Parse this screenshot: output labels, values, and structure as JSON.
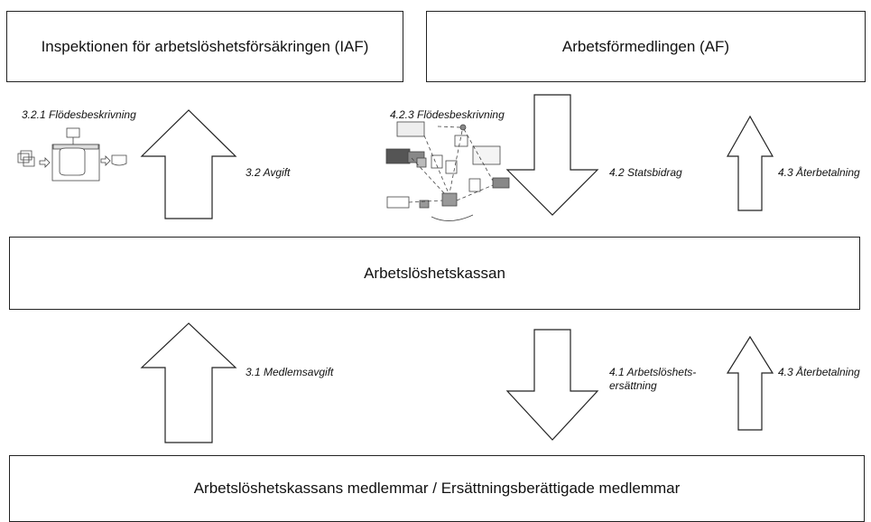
{
  "boxes": {
    "iaf": "Inspektionen för arbetslöshetsförsäkringen (IAF)",
    "af": "Arbetsförmedlingen (AF)",
    "kassan": "Arbetslöshetskassan",
    "members": "Arbetslöshetskassans medlemmar / Ersättningsberättigade medlemmar"
  },
  "flows": {
    "f321": "3.2.1 Flödesbeskrivning",
    "f32": "3.2 Avgift",
    "f423": "4.2.3 Flödesbeskrivning",
    "f42": "4.2 Statsbidrag",
    "f43a": "4.3 Återbetalning",
    "f31": "3.1 Medlemsavgift",
    "f41a": "4.1 Arbetslöshets-",
    "f41b": "ersättning",
    "f43b": "4.3 Återbetalning"
  },
  "colors": {
    "line": "#222222",
    "thumb_line": "#444444",
    "thumb_fill": "#dddddd"
  }
}
